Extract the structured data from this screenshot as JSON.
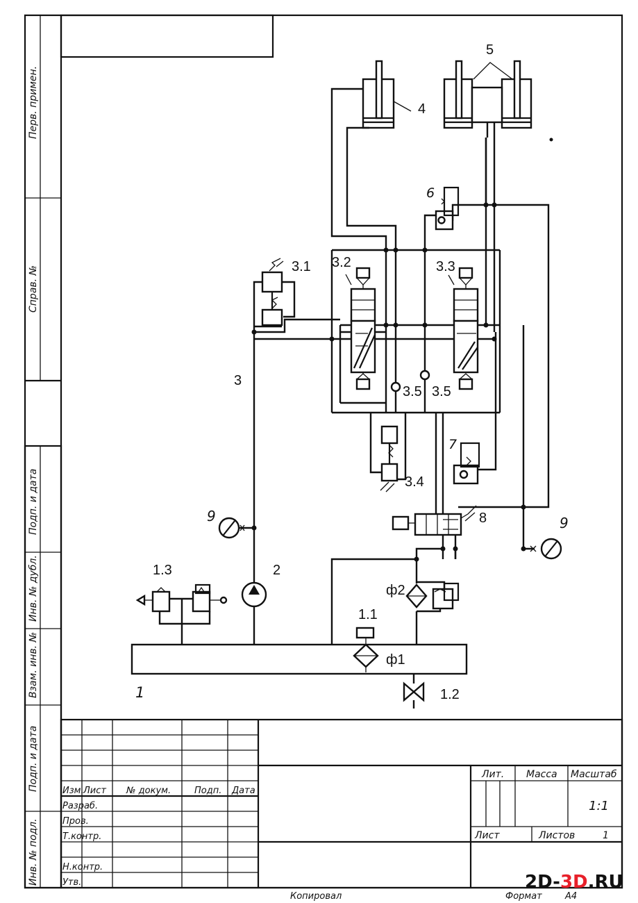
{
  "side_stamp": {
    "perv_primen": "Перв. примен.",
    "sprav_no": "Справ. №",
    "podp_data_1": "Подп. и дата",
    "inv_dubl": "Инв. № дубл.",
    "vzam_inv": "Взам. инв. №",
    "podp_data_2": "Подп. и дата",
    "inv_podl": "Инв. № подл."
  },
  "labels": {
    "tank": "1",
    "pump": "2",
    "line_3": "3",
    "valve_3_1": "3.1",
    "valve_3_2": "3.2",
    "valve_3_3": "3.3",
    "valve_3_4": "3.4",
    "check_3_5_a": "3.5",
    "check_3_5_b": "3.5",
    "cyl_4": "4",
    "cyl_5": "5",
    "check_6": "6",
    "check_7": "7",
    "distributor_8": "8",
    "gauge_9_left": "9",
    "gauge_9_right": "9",
    "level_1_1": "1.1",
    "drain_1_2": "1.2",
    "breather_1_3": "1.3",
    "filter_f1": "ф1",
    "filter_f2": "ф2"
  },
  "title_block": {
    "col_izm": "Изм.",
    "col_list": "Лист",
    "col_doc": "№ докум.",
    "col_podp": "Подп.",
    "col_data": "Дата",
    "row_razrab": "Разраб.",
    "row_prov": "Пров.",
    "row_tkontr": "Т.контр.",
    "row_nkontr": "Н.контр.",
    "row_utv": "Утв.",
    "lit": "Лит.",
    "massa": "Масса",
    "masshtab": "Масштаб",
    "scale_value": "1:1",
    "sheet": "Лист",
    "sheets": "Листов",
    "sheets_value": "1"
  },
  "footer": {
    "copied": "Копировал",
    "format": "Формат",
    "format_value": "А4"
  },
  "watermark": {
    "part1": "2D-",
    "part2": "3D",
    "part3": ".RU",
    "accent_color": "#e8202a"
  }
}
